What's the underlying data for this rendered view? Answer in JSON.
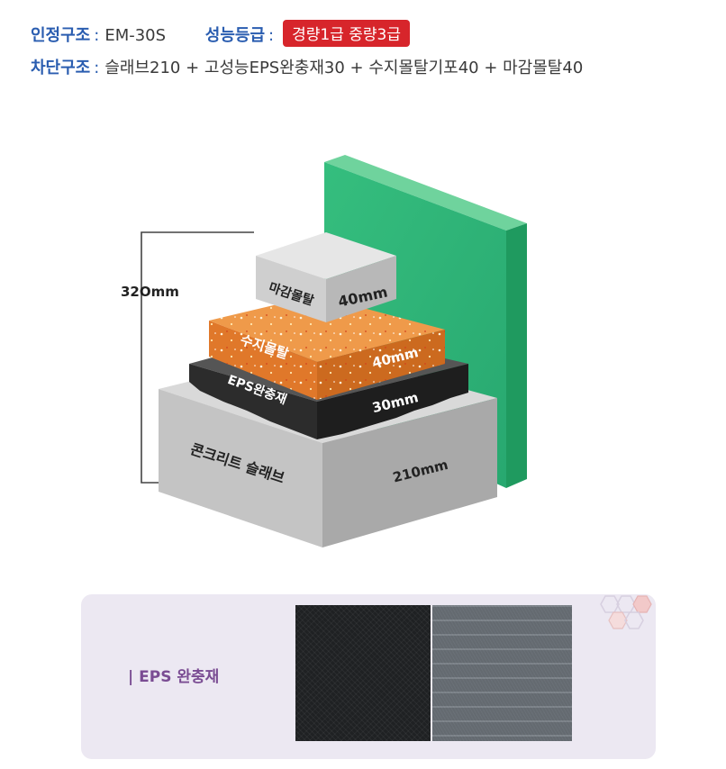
{
  "header": {
    "structure_label": "인정구조",
    "colon": ":",
    "structure_value": "EM-30S",
    "performance_label": "성능등급",
    "performance_badge": "경량1급 중량3급",
    "blocking_label": "차단구조",
    "blocking_value": "슬래브210 + 고성능EPS완충재30 + 수지몰탈기포40 + 마감몰탈40"
  },
  "diagram": {
    "total_height_label": "32Omm",
    "layers": [
      {
        "name": "마감몰탈",
        "thickness": "40mm"
      },
      {
        "name": "수지몰탈",
        "thickness": "40mm"
      },
      {
        "name": "EPS완충재",
        "thickness": "30mm"
      },
      {
        "name": "콘크리트 슬래브",
        "thickness": "210mm"
      }
    ],
    "colors": {
      "wall": "#2fb87a",
      "finish": "#c9c9c9",
      "resin": "#e0782a",
      "eps": "#2c2c2c",
      "slab": "#bdbdbd"
    }
  },
  "sample": {
    "label": "| EPS 완충재"
  }
}
